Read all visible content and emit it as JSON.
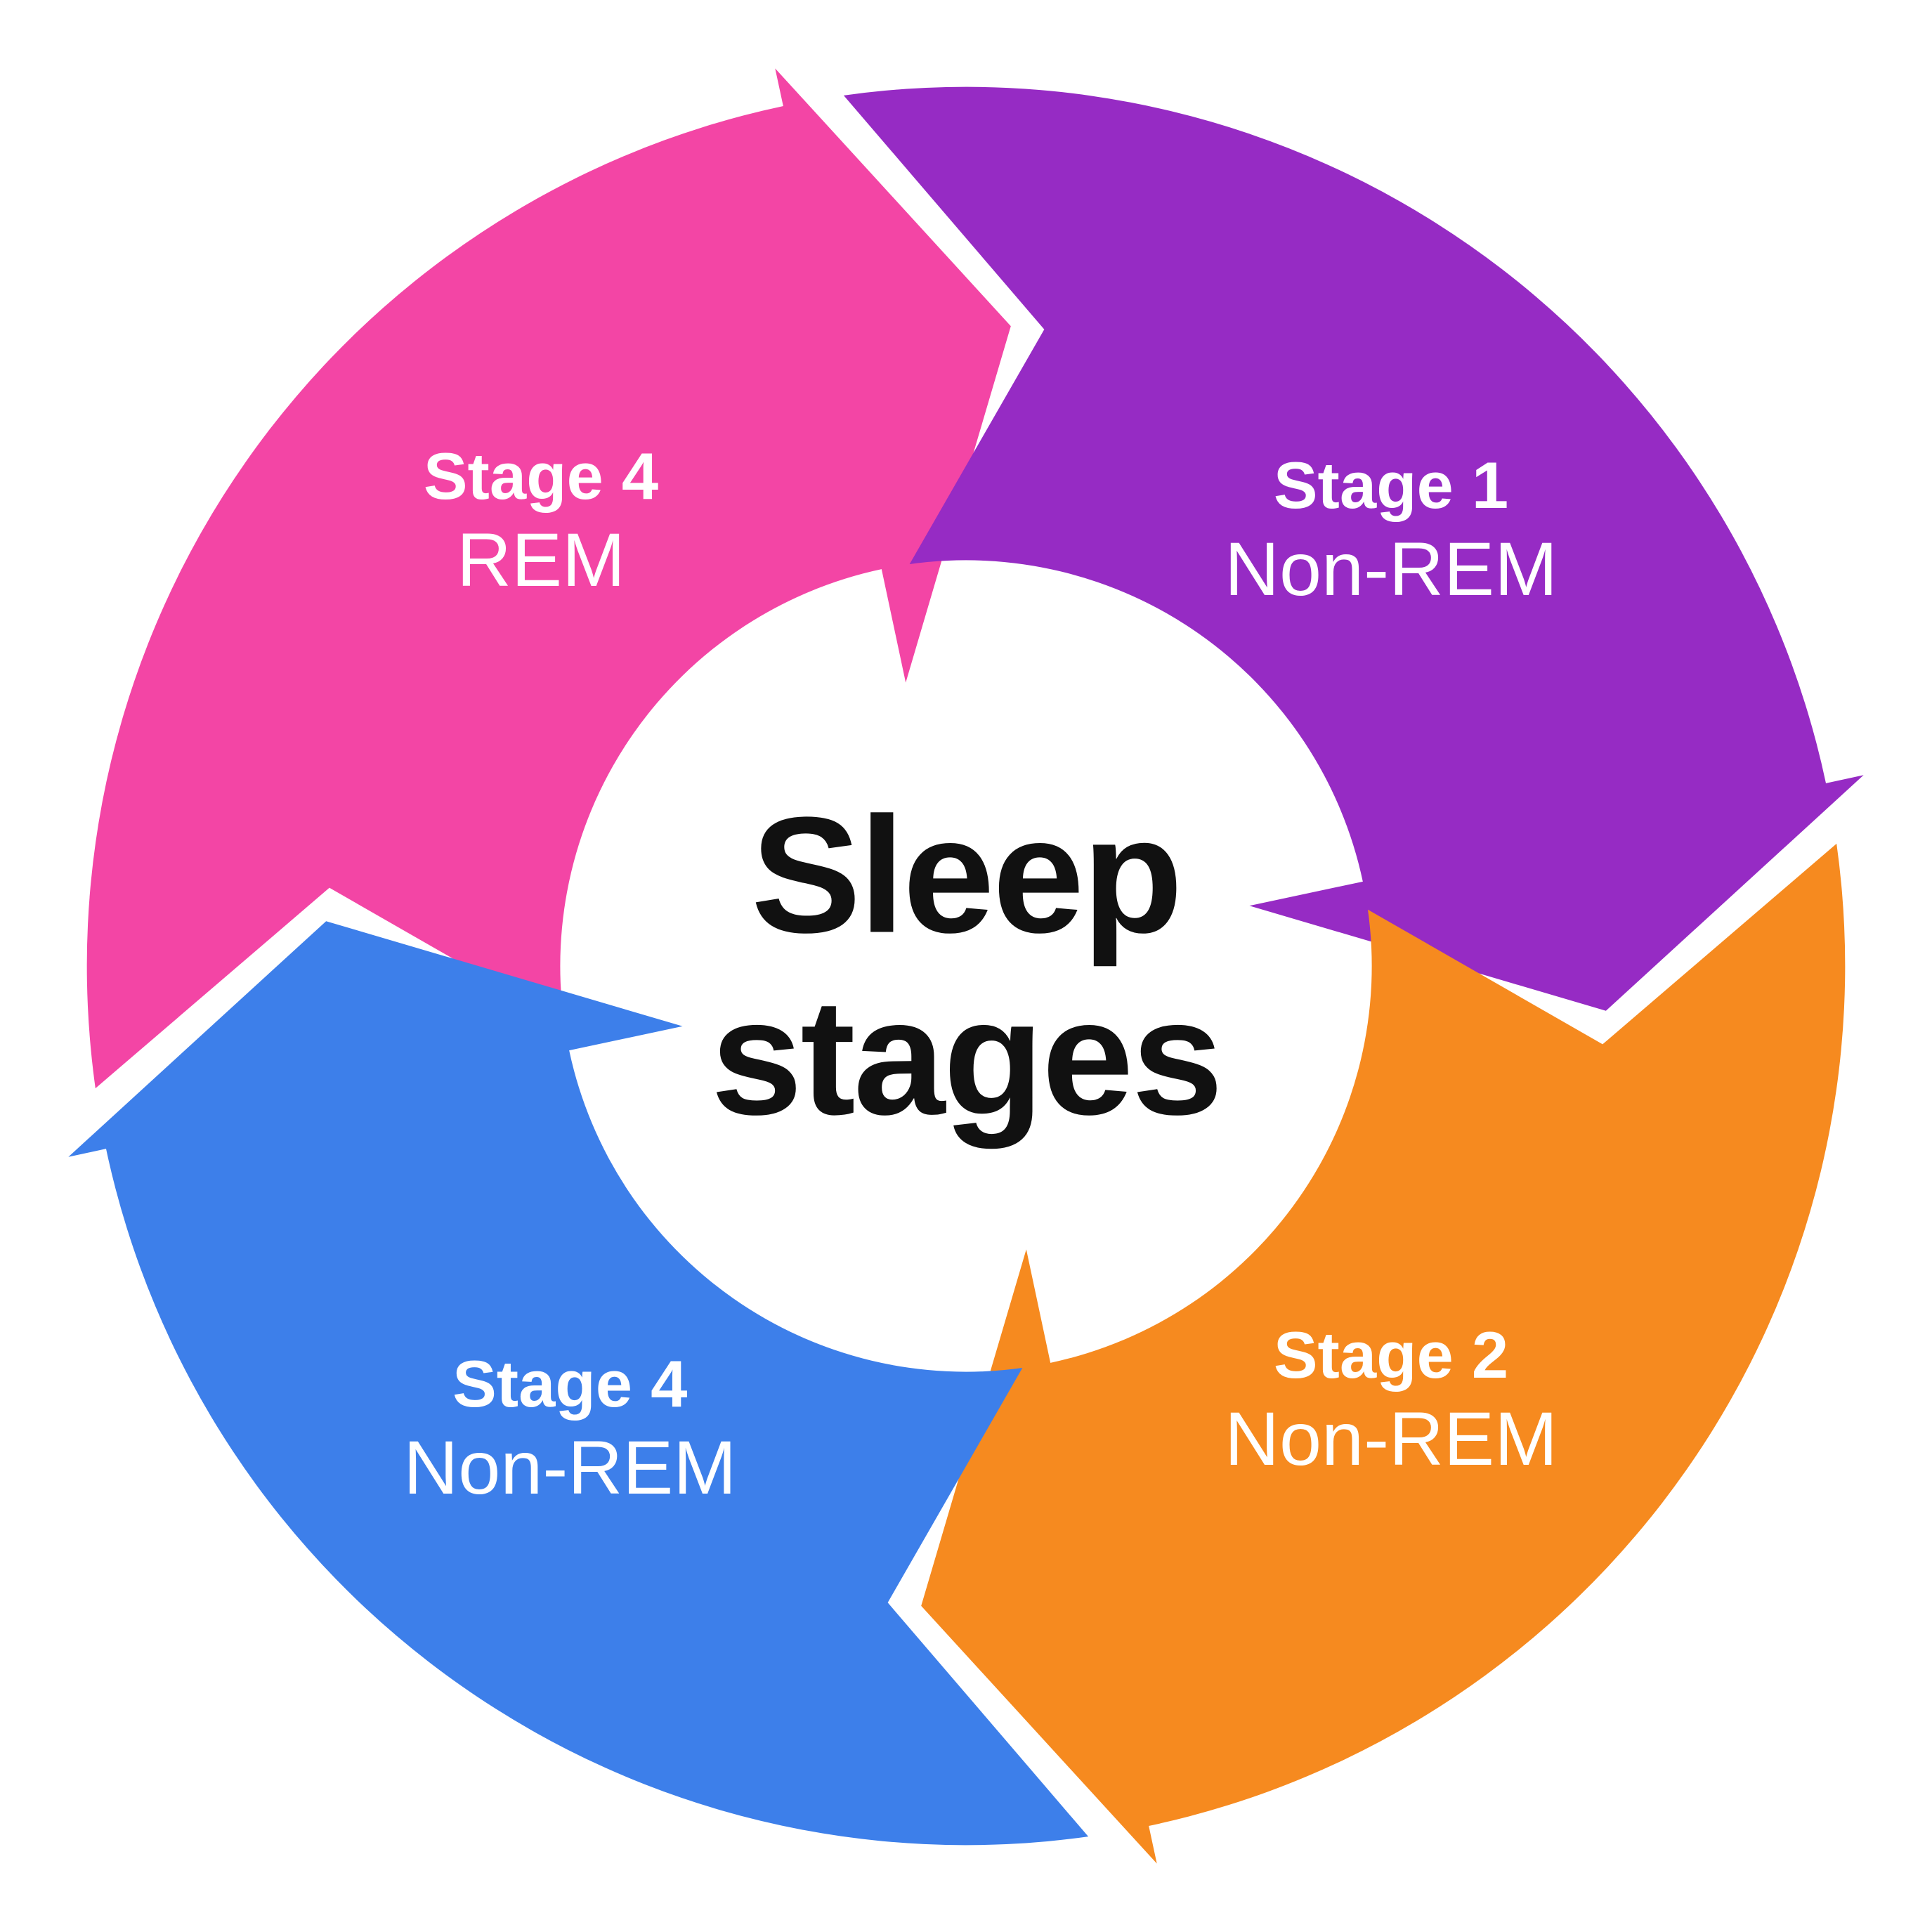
{
  "title": {
    "line1": "Sleep",
    "line2": "stages",
    "color": "#111111"
  },
  "background_color": "#FFFFFF",
  "stages": [
    {
      "name": "Stage 1",
      "type": "Non-REM",
      "color": "#962BC4",
      "position": "top-right"
    },
    {
      "name": "Stage 2",
      "type": "Non-REM",
      "color": "#F68A1F",
      "position": "bottom-right"
    },
    {
      "name": "Stage 4",
      "type": "Non-REM",
      "color": "#3D7FEA",
      "position": "bottom-left"
    },
    {
      "name": "Stage 4",
      "type": "REM",
      "color": "#F345A5",
      "position": "top-left"
    }
  ]
}
